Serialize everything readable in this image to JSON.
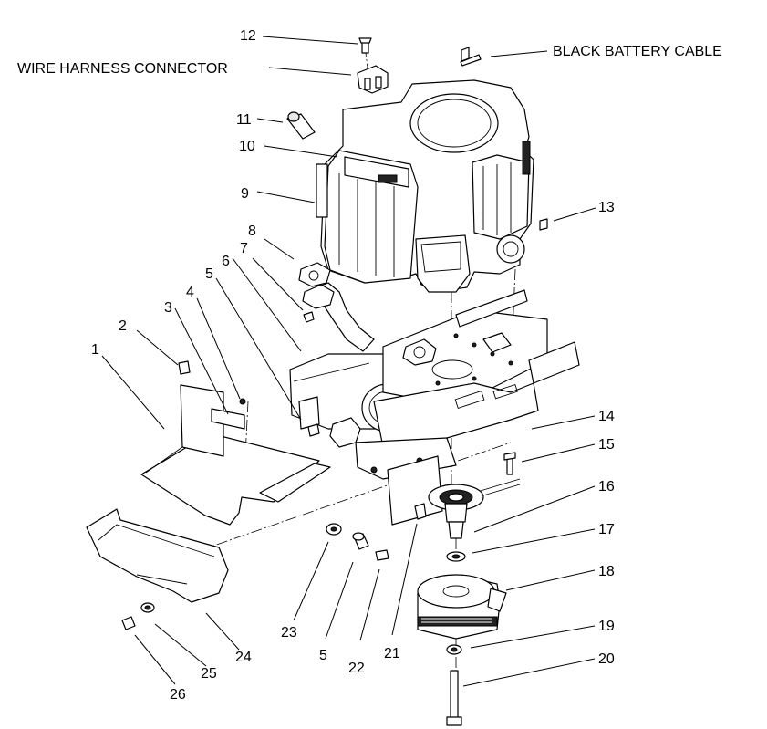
{
  "labels": {
    "wire_harness_connector": "WIRE HARNESS CONNECTOR",
    "black_battery_cable": "BLACK BATTERY CABLE"
  },
  "callouts": [
    {
      "id": "c1",
      "text": "1"
    },
    {
      "id": "c2",
      "text": "2"
    },
    {
      "id": "c3",
      "text": "3"
    },
    {
      "id": "c4",
      "text": "4"
    },
    {
      "id": "c5a",
      "text": "5"
    },
    {
      "id": "c6",
      "text": "6"
    },
    {
      "id": "c7",
      "text": "7"
    },
    {
      "id": "c8",
      "text": "8"
    },
    {
      "id": "c9",
      "text": "9"
    },
    {
      "id": "c10",
      "text": "10"
    },
    {
      "id": "c11",
      "text": "11"
    },
    {
      "id": "c12",
      "text": "12"
    },
    {
      "id": "c13",
      "text": "13"
    },
    {
      "id": "c14",
      "text": "14"
    },
    {
      "id": "c15",
      "text": "15"
    },
    {
      "id": "c16",
      "text": "16"
    },
    {
      "id": "c17",
      "text": "17"
    },
    {
      "id": "c18",
      "text": "18"
    },
    {
      "id": "c19",
      "text": "19"
    },
    {
      "id": "c20",
      "text": "20"
    },
    {
      "id": "c21",
      "text": "21"
    },
    {
      "id": "c22",
      "text": "22"
    },
    {
      "id": "c5b",
      "text": "5"
    },
    {
      "id": "c23",
      "text": "23"
    },
    {
      "id": "c24",
      "text": "24"
    },
    {
      "id": "c25",
      "text": "25"
    },
    {
      "id": "c26",
      "text": "26"
    }
  ]
}
